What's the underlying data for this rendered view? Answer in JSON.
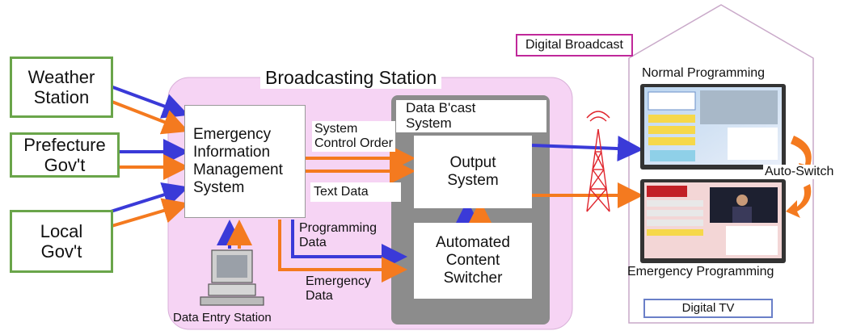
{
  "sources": {
    "weather": "Weather\nStation",
    "prefecture": "Prefecture\nGov't",
    "local": "Local\nGov't"
  },
  "station": {
    "title": "Broadcasting Station",
    "eims": "Emergency\nInformation\nManagement\nSystem",
    "data_bcast": "Data B'cast\nSystem",
    "output": "Output\nSystem",
    "switcher": "Automated\nContent\nSwitcher",
    "data_entry": "Data Entry Station"
  },
  "flows": {
    "system_control": "System\nControl Order",
    "text_data": "Text Data",
    "programming_data": "Programming\nData",
    "emergency_data": "Emergency\nData"
  },
  "tv": {
    "digital_broadcast": "Digital Broadcast",
    "normal": "Normal Programming",
    "emergency": "Emergency Programming",
    "auto_switch": "Auto-Switch",
    "label": "Digital TV"
  },
  "colors": {
    "blue_arrow": "#3a3ad8",
    "orange_arrow": "#f47a1f",
    "station_bg": "#f6d4f4",
    "source_border": "#6aa54a",
    "gray_panel": "#8c8c8c"
  }
}
